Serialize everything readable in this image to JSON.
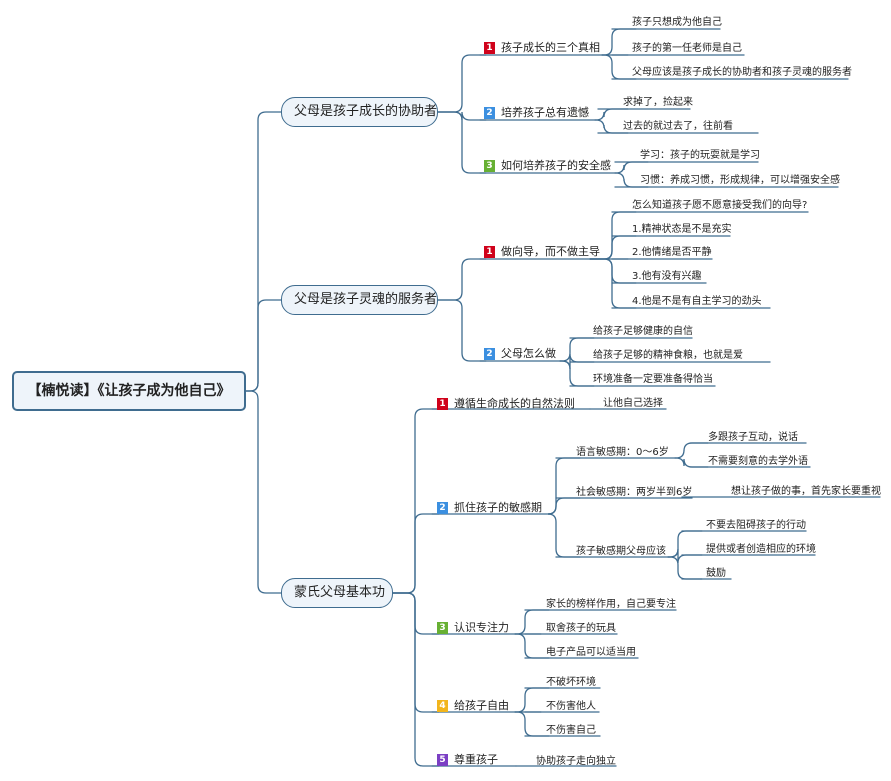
{
  "root": "【楠悦读】《让孩子成为他自己》",
  "badge_colors": {
    "1": "#d0021b",
    "2": "#3b8fe0",
    "3": "#67b033",
    "4": "#f2b51c",
    "5": "#7b3fc4"
  },
  "branches": [
    {
      "label": "父母是孩子成长的协助者",
      "children": [
        {
          "badge": "1",
          "label": "孩子成长的三个真相",
          "children": [
            "孩子只想成为他自己",
            "孩子的第一任老师是自己",
            "父母应该是孩子成长的协助者和孩子灵魂的服务者"
          ]
        },
        {
          "badge": "2",
          "label": "培养孩子总有遗憾",
          "children": [
            "求掉了，捡起来",
            "过去的就过去了，往前看"
          ]
        },
        {
          "badge": "3",
          "label": "如何培养孩子的安全感",
          "children": [
            "学习：孩子的玩耍就是学习",
            "习惯：养成习惯，形成规律，可以增强安全感"
          ]
        }
      ]
    },
    {
      "label": "父母是孩子灵魂的服务者",
      "children": [
        {
          "badge": "1",
          "label": "做向导，而不做主导",
          "children": [
            "怎么知道孩子愿不愿意接受我们的向导?",
            "1.精神状态是不是充实",
            "2.他情绪是否平静",
            "3.他有没有兴趣",
            "4.他是不是有自主学习的劲头"
          ]
        },
        {
          "badge": "2",
          "label": "父母怎么做",
          "children": [
            "给孩子足够健康的自信",
            "给孩子足够的精神食粮，也就是爱",
            "环境准备一定要准备得恰当"
          ]
        }
      ]
    },
    {
      "label": "蒙氏父母基本功",
      "children": [
        {
          "badge": "1",
          "label": "遵循生命成长的自然法则",
          "children": [
            "让他自己选择"
          ]
        },
        {
          "badge": "2",
          "label": "抓住孩子的敏感期",
          "children": [
            {
              "label": "语言敏感期：0～6岁",
              "children": [
                "多跟孩子互动，说话",
                "不需要刻意的去学外语"
              ]
            },
            {
              "label": "社会敏感期：两岁半到6岁",
              "children": [
                "想让孩子做的事，首先家长要重视"
              ]
            },
            {
              "label": "孩子敏感期父母应该",
              "children": [
                "不要去阻碍孩子的行动",
                "提供或者创造相应的环境",
                "鼓励"
              ]
            }
          ]
        },
        {
          "badge": "3",
          "label": "认识专注力",
          "children": [
            "家长的榜样作用，自己要专注",
            "取舍孩子的玩具",
            "电子产品可以适当用"
          ]
        },
        {
          "badge": "4",
          "label": "给孩子自由",
          "children": [
            "不破坏环境",
            "不伤害他人",
            "不伤害自己"
          ]
        },
        {
          "badge": "5",
          "label": "尊重孩子",
          "children": [
            "协助孩子走向独立"
          ]
        }
      ]
    }
  ]
}
